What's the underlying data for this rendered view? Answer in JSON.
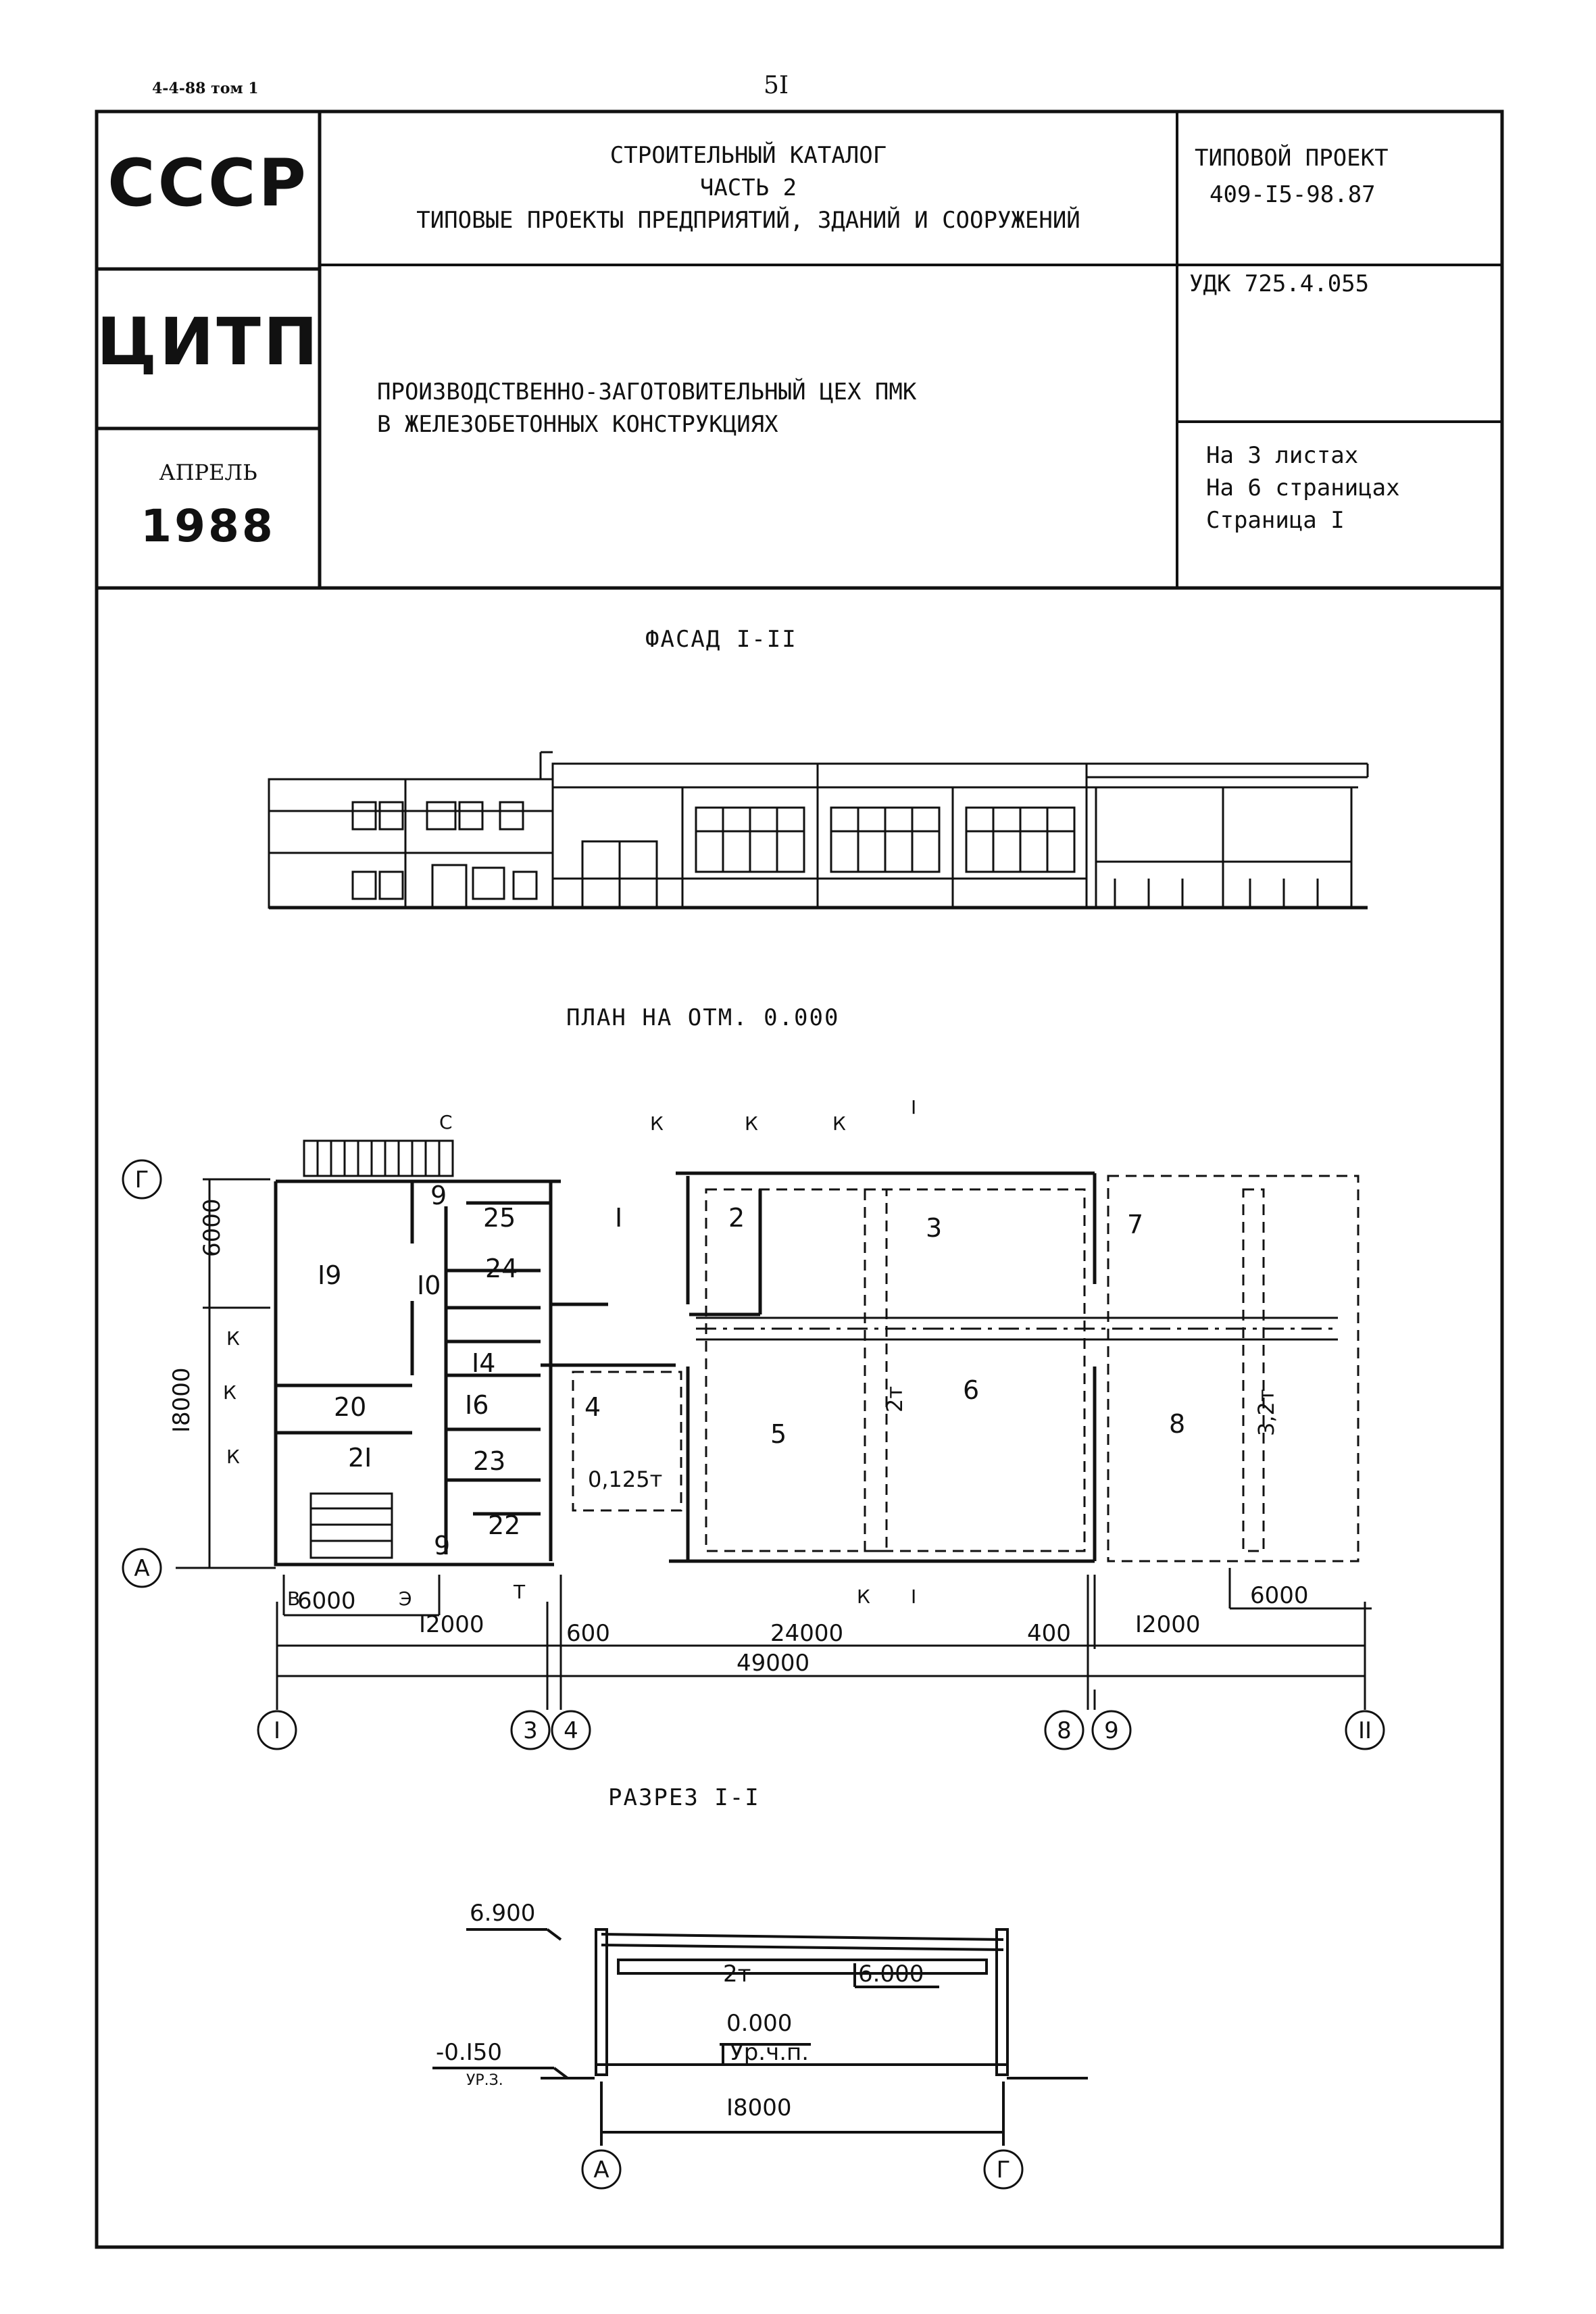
{
  "header": {
    "volume_code": "4-4-88 том 1",
    "page_number": "5I"
  },
  "stamp": {
    "country": "СССР",
    "org": "ЦИТП",
    "month": "АПРЕЛЬ",
    "year": "1988",
    "catalog_line1": "СТРОИТЕЛЬНЫЙ КАТАЛОГ",
    "catalog_line2": "ЧАСТЬ  2",
    "catalog_line3": "ТИПОВЫЕ ПРОЕКТЫ ПРЕДПРИЯТИЙ, ЗДАНИЙ И СООРУЖЕНИЙ",
    "project_label": "ТИПОВОЙ ПРОЕКТ",
    "project_number": "409-I5-98.87",
    "udk": "УДК 725.4.055",
    "title_line1": "ПРОИЗВОДСТВЕННО-ЗАГОТОВИТЕЛЬНЫЙ ЦЕХ ПМК",
    "title_line2": "В ЖЕЛЕЗОБЕТОННЫХ КОНСТРУКЦИЯХ",
    "sheets": "На 3 листах",
    "pages": "На 6 страницах",
    "page": "Страница I"
  },
  "sections": {
    "facade": "ФАСАД  I-II",
    "plan": "ПЛАН  НА  ОТМ. 0.000",
    "cut": "РАЗРЕЗ  I-I"
  },
  "plan": {
    "rooms": [
      "I",
      "2",
      "3",
      "4",
      "5",
      "6",
      "7",
      "8",
      "9",
      "9",
      "I0",
      "I4",
      "I6",
      "I9",
      "20",
      "2I",
      "22",
      "23",
      "24",
      "25"
    ],
    "dims": [
      "6000",
      "I8000",
      "6000",
      "I2000",
      "600",
      "24000",
      "400",
      "I2000",
      "6000",
      "49000"
    ],
    "axes_v": [
      "I",
      "3",
      "4",
      "8",
      "9",
      "II"
    ],
    "axes_h": [
      "Г",
      "А"
    ],
    "crane_labels": [
      "0,125т",
      "2т",
      "3,2т"
    ],
    "marks": [
      "К",
      "К",
      "К",
      "К",
      "К",
      "К",
      "К",
      "С",
      "В",
      "Э",
      "Т",
      "I",
      "I"
    ]
  },
  "section_cut": {
    "levels": [
      "6.900",
      "6.000",
      "0.000",
      "-0.I50"
    ],
    "level_notes": [
      "Ур.ч.п.",
      "УР.З."
    ],
    "crane": "2т",
    "span": "I8000",
    "axes": [
      "А",
      "Г"
    ]
  }
}
